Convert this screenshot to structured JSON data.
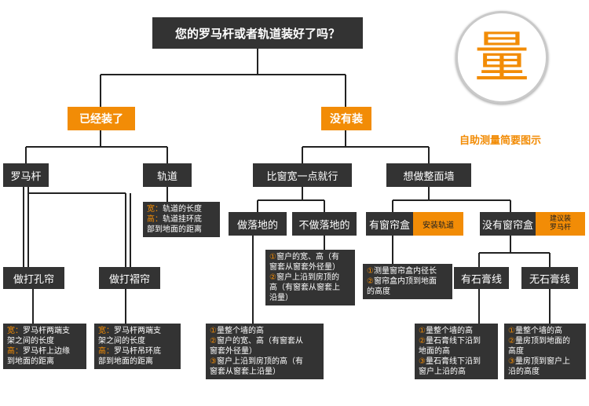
{
  "root": "您的罗马杆或者轨道装好了吗？",
  "branches": {
    "installed": "已经装了",
    "not_installed": "没有装"
  },
  "level2": {
    "rod": "罗马杆",
    "track": "轨道",
    "slightly_wider": "比窗宽一点就行",
    "full_wall": "想做整面墙"
  },
  "level3": {
    "punch_curtain": "做打孔帘",
    "pleat_curtain": "做打褶帘",
    "floor_length": "做落地的",
    "not_floor_length": "不做落地的",
    "has_box": "有窗帘盒",
    "has_box_tag": "安装轨道",
    "no_box": "没有窗帘盒",
    "no_box_tag_1": "建议装",
    "no_box_tag_2": "罗马杆"
  },
  "level4": {
    "with_gypsum": "有石膏线",
    "without_gypsum": "无石膏线"
  },
  "notes": {
    "track": {
      "k1": "宽：",
      "v1": "轨道的长度",
      "k2": "高：",
      "v2a": "轨道挂环底",
      "v2b": "部到地面的距离"
    },
    "punch": {
      "k1": "宽：",
      "v1a": "罗马杆两端支",
      "v1b": "架之间的长度",
      "k2": "高：",
      "v2a": "罗马杆上边缘",
      "v2b": "到地面的距离"
    },
    "pleat": {
      "k1": "宽：",
      "v1a": "罗马杆两端支",
      "v1b": "架之间的长度",
      "k2": "高：",
      "v2a": "罗马杆吊环底",
      "v2b": "部到地面的距离"
    },
    "not_floor": {
      "n1": "①",
      "t1a": "窗户的宽、高（有",
      "t1b": "窗套从窗套外径量）",
      "n2": "②",
      "t2a": "窗户上沿到房顶的",
      "t2b": "高（有窗套从窗套上",
      "t2c": "沿量）"
    },
    "has_box": {
      "n1": "①",
      "t1": "测量窗帘盒内径长",
      "n2": "②",
      "t2a": "窗帘盒内顶到地面",
      "t2b": "的高度"
    },
    "floor": {
      "n1": "①",
      "t1": "量整个墙的高",
      "n2": "②",
      "t2a": "窗户的宽、高（有窗套从",
      "t2b": "窗套外径量）",
      "n3": "③",
      "t3a": "窗户上沿到房顶的高（有",
      "t3b": "窗套从窗套上沿量）"
    },
    "with_gypsum": {
      "n1": "①",
      "t1": "量整个墙的高",
      "n2": "②",
      "t2a": "量石膏线下沿到",
      "t2b": "地面的高",
      "n3": "③",
      "t3a": "量石膏线下沿到",
      "t3b": "窗户上沿的高"
    },
    "without_gypsum": {
      "n1": "①",
      "t1": "量整个墙的高",
      "n2": "②",
      "t2a": "量房顶到地面的",
      "t2b": "高度",
      "n3": "③",
      "t3a": "量房顶到窗户上",
      "t3b": "沿的高度"
    }
  },
  "logo": {
    "char": "量",
    "caption": "自助测量简要图示"
  },
  "colors": {
    "accent": "#f28c06",
    "box": "#333333",
    "line": "#222222"
  }
}
